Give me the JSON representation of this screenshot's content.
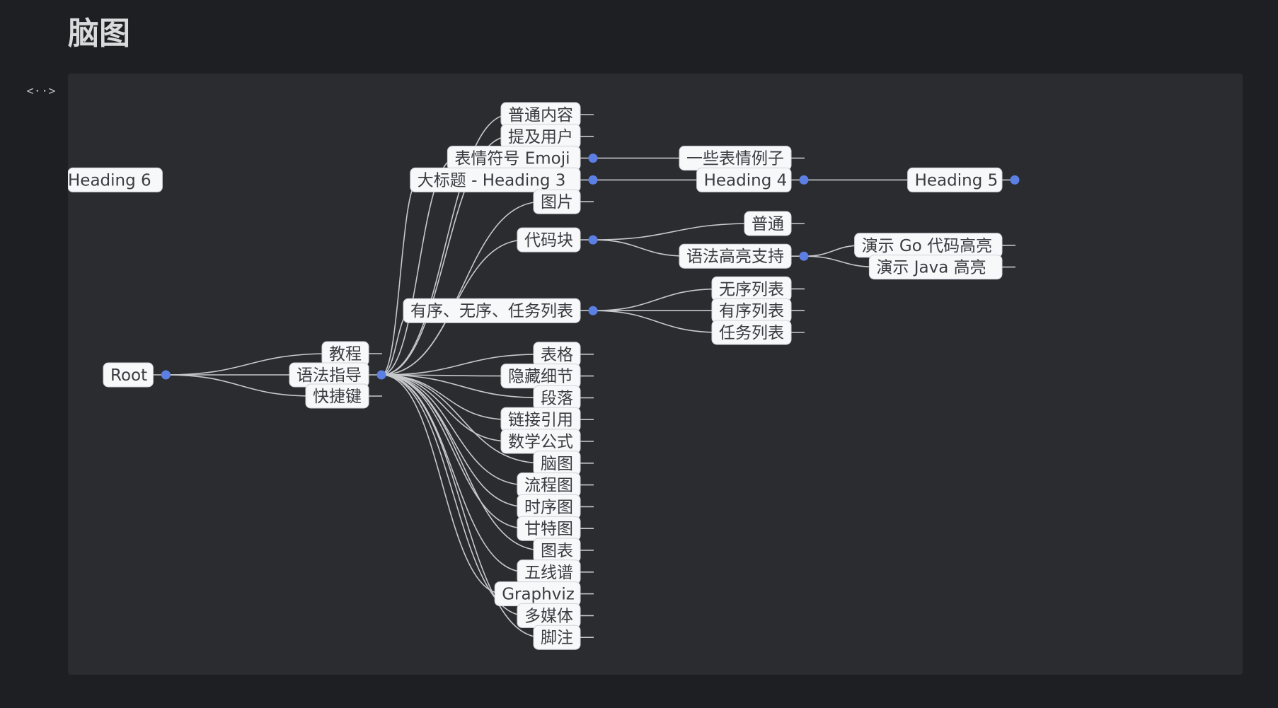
{
  "page": {
    "title": "脑图",
    "toggle_icon": "code-toggle-icon",
    "toggle_glyph": "<··>"
  },
  "colors": {
    "background": "#1e1f22",
    "panel": "#2b2c30",
    "node_fill": "#f7f8fa",
    "node_text": "#3a3c41",
    "edge": "#c6c8cc",
    "bullet": "#5b7fe3"
  },
  "mindmap": {
    "label": "Root",
    "children": [
      {
        "label": "教程",
        "children": []
      },
      {
        "label": "语法指导",
        "children": [
          {
            "label": "普通内容",
            "children": []
          },
          {
            "label": "提及用户",
            "children": []
          },
          {
            "label": "表情符号 Emoji",
            "children": [
              {
                "label": "一些表情例子",
                "children": []
              }
            ]
          },
          {
            "label": "大标题 - Heading 3",
            "children": [
              {
                "label": "Heading 4",
                "children": [
                  {
                    "label": "Heading 5",
                    "children": [
                      {
                        "label": "Heading 6",
                        "children": []
                      }
                    ]
                  }
                ]
              }
            ]
          },
          {
            "label": "图片",
            "children": []
          },
          {
            "label": "代码块",
            "children": [
              {
                "label": "普通",
                "children": []
              },
              {
                "label": "语法高亮支持",
                "children": [
                  {
                    "label": "演示 Go 代码高亮",
                    "children": []
                  },
                  {
                    "label": "演示 Java 高亮",
                    "children": []
                  }
                ]
              }
            ]
          },
          {
            "label": "有序、无序、任务列表",
            "children": [
              {
                "label": "无序列表",
                "children": []
              },
              {
                "label": "有序列表",
                "children": []
              },
              {
                "label": "任务列表",
                "children": []
              }
            ]
          },
          {
            "label": "表格",
            "children": []
          },
          {
            "label": "隐藏细节",
            "children": []
          },
          {
            "label": "段落",
            "children": []
          },
          {
            "label": "链接引用",
            "children": []
          },
          {
            "label": "数学公式",
            "children": []
          },
          {
            "label": "脑图",
            "children": []
          },
          {
            "label": "流程图",
            "children": []
          },
          {
            "label": "时序图",
            "children": []
          },
          {
            "label": "甘特图",
            "children": []
          },
          {
            "label": "图表",
            "children": []
          },
          {
            "label": "五线谱",
            "children": []
          },
          {
            "label": "Graphviz",
            "children": []
          },
          {
            "label": "多媒体",
            "children": []
          },
          {
            "label": "脚注",
            "children": []
          }
        ]
      },
      {
        "label": "快捷键",
        "children": []
      }
    ]
  }
}
